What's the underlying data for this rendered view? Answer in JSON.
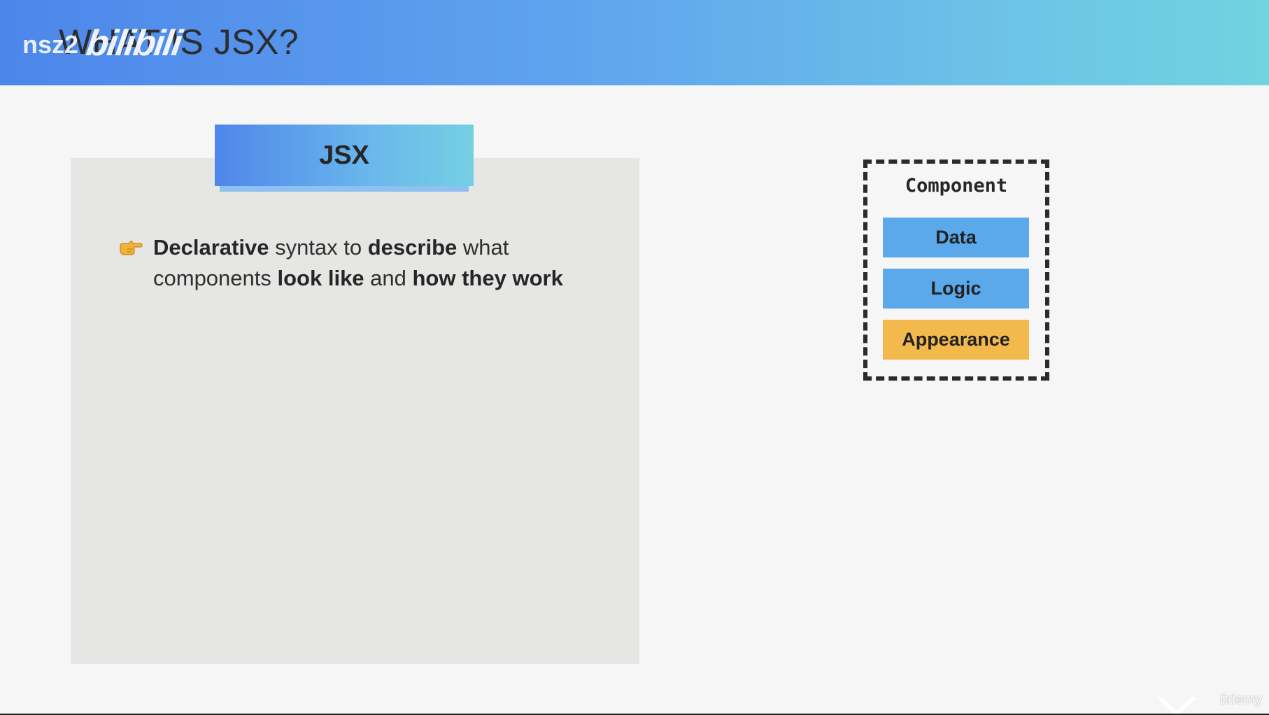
{
  "header": {
    "title": "WHAT IS JSX?",
    "watermark_channel": "nsz2",
    "watermark_logo_text": "bilibili"
  },
  "jsx_card": {
    "tab_label": "JSX",
    "bullet": {
      "icon": "pointing-hand-icon",
      "parts": [
        {
          "text": "Declarative",
          "bold": true
        },
        {
          "text": " syntax to ",
          "bold": false
        },
        {
          "text": "describe",
          "bold": true
        },
        {
          "text": " what components ",
          "bold": false
        },
        {
          "text": "look like",
          "bold": true
        },
        {
          "text": " and ",
          "bold": false
        },
        {
          "text": "how they work",
          "bold": true
        }
      ]
    }
  },
  "component_diagram": {
    "title": "Component",
    "items": [
      {
        "label": "Data",
        "color": "#5ba8ea"
      },
      {
        "label": "Logic",
        "color": "#5ba8ea"
      },
      {
        "label": "Appearance",
        "color": "#f4b94c"
      }
    ]
  },
  "footer": {
    "udemy_watermark": "ûdemy"
  },
  "colors": {
    "header_gradient_start": "#4d86ea",
    "header_gradient_end": "#71d3e0",
    "panel_bg": "#e6e6e4",
    "page_bg": "#f6f6f6",
    "blue_box": "#5ba8ea",
    "yellow_box": "#f4b94c"
  }
}
